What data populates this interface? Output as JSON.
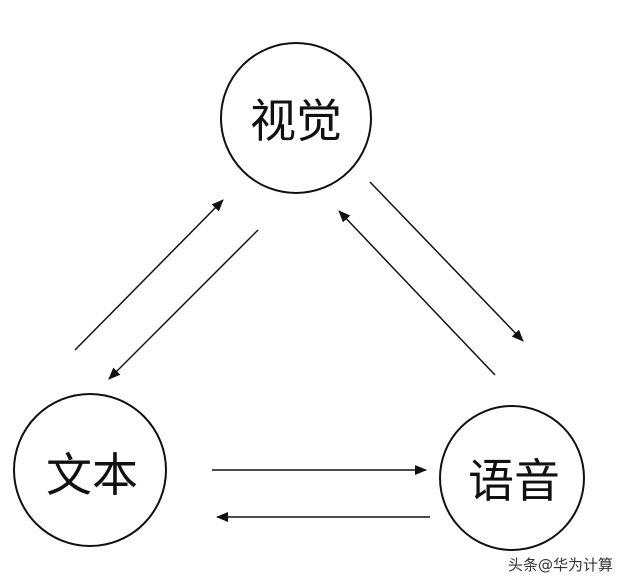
{
  "nodes": {
    "vision": "视觉",
    "text": "文本",
    "speech": "语音"
  },
  "watermark": "头条@华为计算",
  "colors": {
    "stroke": "#111111",
    "background": "#ffffff"
  }
}
